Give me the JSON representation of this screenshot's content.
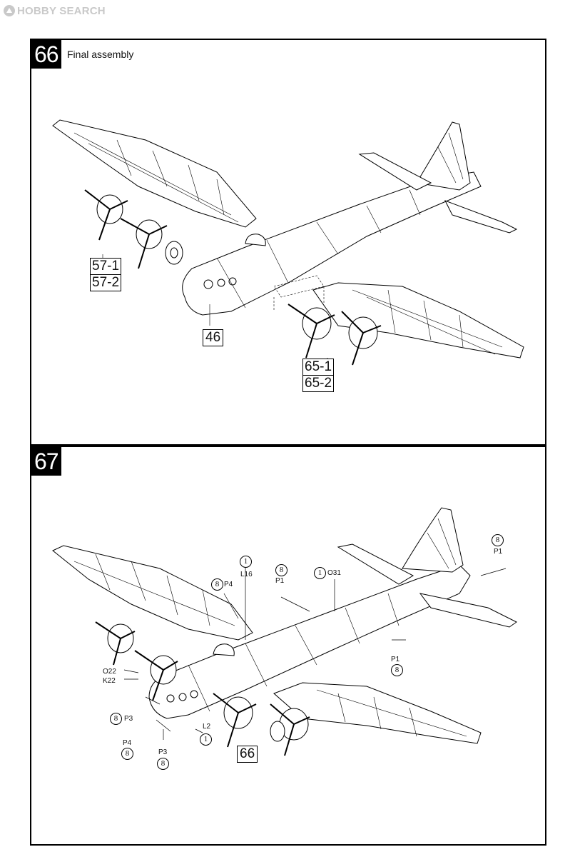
{
  "watermark": {
    "text": "HOBBY SEARCH",
    "logo_color": "#c9c9c9"
  },
  "step66": {
    "number": "66",
    "title": "Final assembly",
    "refs": {
      "left_1": "57-1",
      "left_2": "57-2",
      "nose": "46",
      "right_1": "65-1",
      "right_2": "65-2"
    }
  },
  "step67": {
    "number": "67",
    "ref_sub": "66",
    "callouts": {
      "l16_qty": "1",
      "l16": "L16",
      "p4_top_qty": "8",
      "p4_top": "P4",
      "p1_top_qty": "8",
      "p1_top": "P1",
      "o31_qty": "1",
      "o31": "O31",
      "p1_tail_qty": "8",
      "p1_tail": "P1",
      "p1_side": "P1",
      "p1_side_qty": "8",
      "o22": "O22",
      "k22": "K22",
      "p3_left_qty": "8",
      "p3_left": "P3",
      "p4_bottom": "P4",
      "p4_bottom_qty": "8",
      "p3_bottom": "P3",
      "p3_bottom_qty": "8",
      "l2": "L2",
      "l2_qty": "1"
    }
  },
  "colors": {
    "line": "#000000",
    "page": "#ffffff"
  }
}
